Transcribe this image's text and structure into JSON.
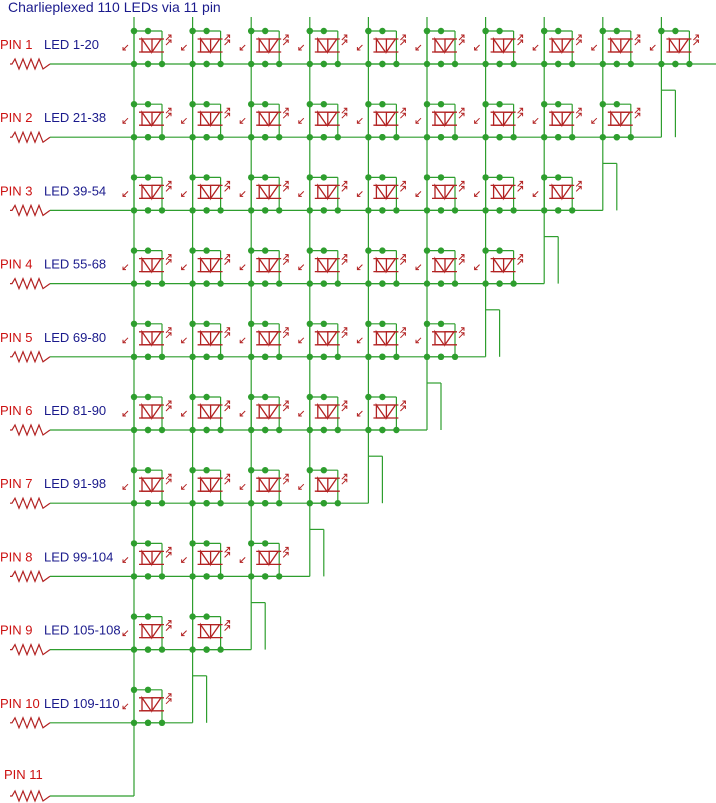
{
  "title": "Charlieplexed 110 LEDs via 11 pin",
  "colors": {
    "wire": "#2e9e2e",
    "junction": "#2e9e2e",
    "component": "#b22222",
    "pin_text": "#cc1111",
    "led_text": "#1a1a8c",
    "background": "#ffffff"
  },
  "pins": [
    {
      "label": "PIN 1",
      "leds": "LED 1-20",
      "pairs": 10
    },
    {
      "label": "PIN 2",
      "leds": "LED 21-38",
      "pairs": 9
    },
    {
      "label": "PIN 3",
      "leds": "LED 39-54",
      "pairs": 8
    },
    {
      "label": "PIN 4",
      "leds": "LED 55-68",
      "pairs": 7
    },
    {
      "label": "PIN 5",
      "leds": "LED 69-80",
      "pairs": 6
    },
    {
      "label": "PIN 6",
      "leds": "LED 81-90",
      "pairs": 5
    },
    {
      "label": "PIN 7",
      "leds": "LED 91-98",
      "pairs": 4
    },
    {
      "label": "PIN 8",
      "leds": "LED 99-104",
      "pairs": 3
    },
    {
      "label": "PIN 9",
      "leds": "LED 105-108",
      "pairs": 2
    },
    {
      "label": "PIN 10",
      "leds": "LED 109-110",
      "pairs": 1
    },
    {
      "label": "PIN 11",
      "leds": "",
      "pairs": 0
    }
  ]
}
